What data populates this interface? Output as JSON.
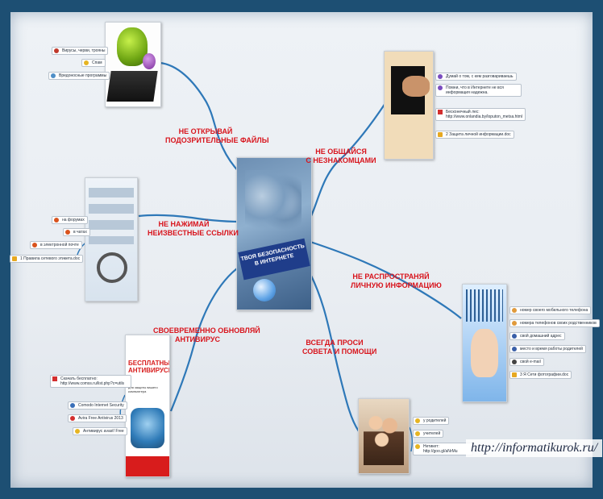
{
  "center": {
    "title_line1": "ТВОЯ БЕЗОПАСНОСТЬ",
    "title_line2": "В ИНТЕРНЕТЕ"
  },
  "branches": {
    "files": {
      "line1": "НЕ ОТКРЫВАЙ",
      "line2": "ПОДОЗРИТЕЛЬНЫЕ ФАЙЛЫ",
      "leaves": [
        "Вирусы, черви, трояны",
        "Спам",
        "Вредоносные программы"
      ]
    },
    "strangers": {
      "line1": "НЕ ОБЩАЙСЯ",
      "line2": "С НЕЗНАКОМЦАМИ",
      "leaves": [
        "Думай о том, с кем разговариваешь",
        "Помни, что в Интернете не вся информация надежна.",
        "Бесконечный лес: http://www.onlandia.by/loputon_metsa.html",
        "2 Защита личной информации.doc"
      ]
    },
    "links": {
      "line1": "НЕ НАЖИМАЙ",
      "line2": "НЕИЗВЕСТНЫЕ ССЫЛКИ",
      "leaves": [
        "на форумах",
        "в чатах",
        "в электронной почте",
        "1 Правила сетевого этикета.doc"
      ]
    },
    "personal": {
      "line1": "НЕ РАСПРОСТРАНЯЙ",
      "line2": "ЛИЧНУЮ ИНФОРМАЦИЮ",
      "leaves": [
        "номер своего мобильного телефона",
        "номера телефонов своих родственников",
        "свой домашний адрес",
        "место и время работы родителей",
        "свой e-mail",
        "3 Я Сети фотографии.doc"
      ]
    },
    "antivirus": {
      "line1": "СВОЕВРЕМЕННО ОБНОВЛЯЙ",
      "line2": "АНТИВИРУС",
      "leaves": [
        "Скачать бесплатно: http://www.comss.ru/list.php?c=utils",
        "Comodo Internet Security",
        "Avira Free Antivirus 2013",
        "Антивирус avast! Free"
      ],
      "book_title": "БЕСПЛАТНЫЕ АНТИВИРУСЫ",
      "book_sub": "для защиты вашего компьютера"
    },
    "advice": {
      "line1": "ВСЕГДА ПРОСИ",
      "line2": "СОВЕТА И ПОМОЩИ",
      "leaves": [
        "у родителей",
        "учителей",
        "Нетикет: http://goo.gl/aNrMu"
      ]
    }
  },
  "watermark": "http://informatikurok.ru/",
  "colors": {
    "branch_text": "#d8141c",
    "link_line": "#2e78b8",
    "frame": "#1d4f73"
  },
  "icons": {
    "leaf": "bullet-icon",
    "doc": "document-icon",
    "flag": "flag-icon",
    "star": "star-icon"
  }
}
